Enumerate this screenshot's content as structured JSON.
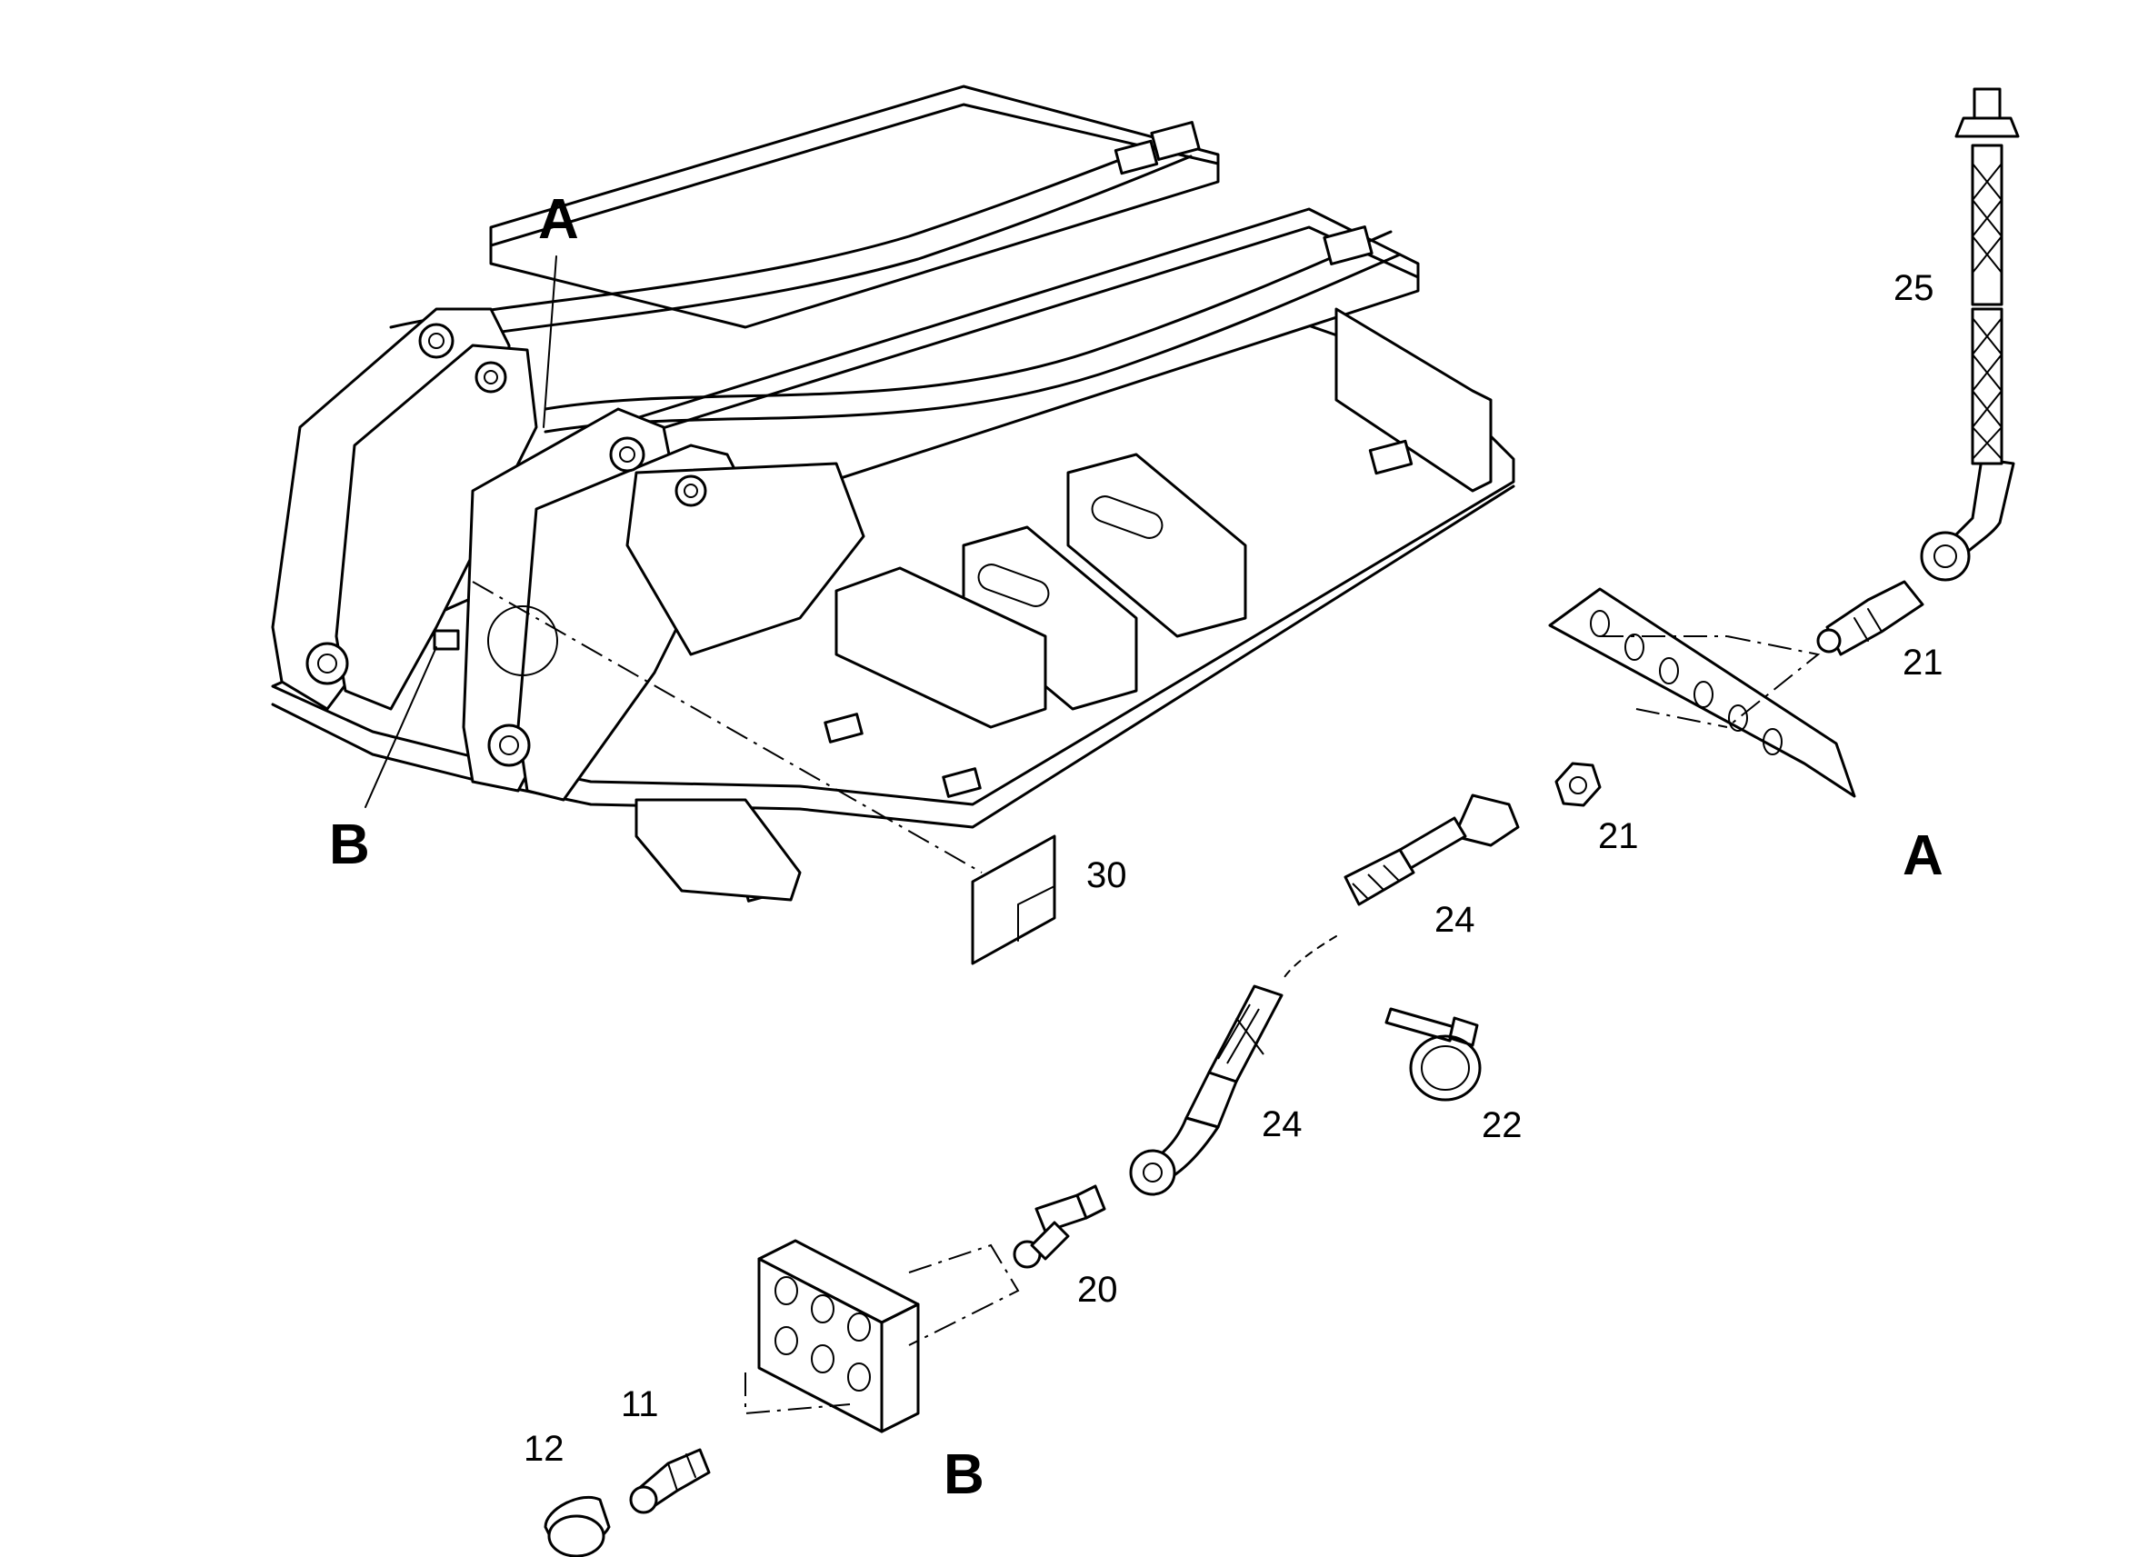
{
  "callouts": {
    "frame_view_a": "A",
    "frame_view_b": "B",
    "detail_a": "A",
    "detail_b": "B"
  },
  "part_numbers": {
    "p11": "11",
    "p12": "12",
    "p20": "20",
    "p21_adapter": "21",
    "p21_nut": "21",
    "p22": "22",
    "p24_upper": "24",
    "p24_lower": "24",
    "p25": "25",
    "p30": "30"
  }
}
